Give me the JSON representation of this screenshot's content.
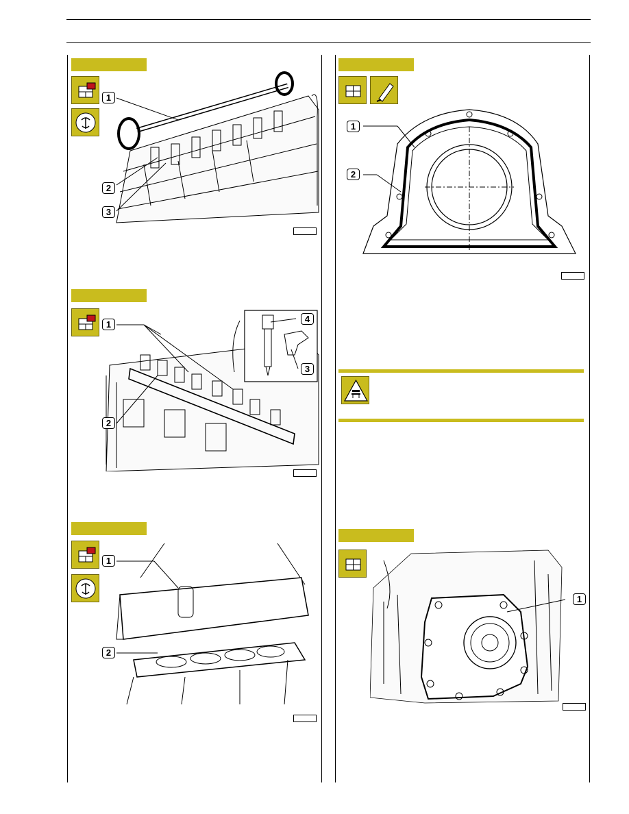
{
  "figures": [
    {
      "id": "valve-bridge-figure",
      "callouts": [
        "1",
        "2",
        "3"
      ],
      "figure_number": ""
    },
    {
      "id": "injector-figure",
      "callouts": [
        "1",
        "2",
        "4",
        "3"
      ],
      "figure_number": ""
    },
    {
      "id": "cylinder-head-figure",
      "callouts": [
        "1",
        "2"
      ],
      "figure_number": ""
    },
    {
      "id": "rear-cover-seal-figure",
      "callouts": [
        "1",
        "2"
      ],
      "figure_number": ""
    },
    {
      "id": "flywheel-housing-figure",
      "callouts": [
        "1"
      ],
      "figure_number": ""
    }
  ],
  "icons": {
    "remove": "remove-icon",
    "tool": "special-tool-icon",
    "refit": "refit-icon",
    "sealant": "sealant-tube-icon",
    "warning": "warning-triangle-icon"
  },
  "colors": {
    "accent": "#c9bc1e"
  }
}
